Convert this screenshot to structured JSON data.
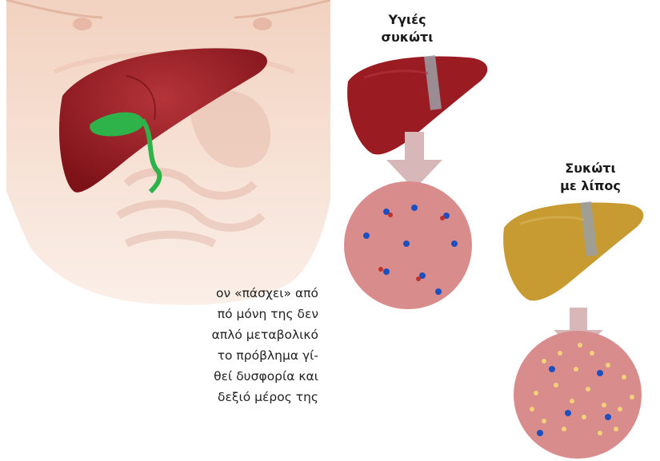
{
  "labels": {
    "healthy_liver": [
      "Υγιές",
      "συκώτι"
    ],
    "fatty_liver": [
      "Συκώτι",
      "με λίπος"
    ]
  },
  "body_text_lines": [
    "ον «πάσχει» από",
    "πό μόνη της δεν",
    "απλό μεταβολικό",
    "το πρόβλημα γί-",
    "θεί δυσφορία και",
    "δεξιό μέρος της"
  ],
  "colors": {
    "healthy_liver": "#9b1b22",
    "fatty_liver": "#c79a32",
    "tissue": "#d98c8c",
    "arrow": "#d7b7b7",
    "gallbladder": "#2db34a"
  },
  "icons": [
    "torso-illustration",
    "healthy-liver-illustration",
    "fatty-liver-illustration",
    "liver-tissue-circle"
  ]
}
